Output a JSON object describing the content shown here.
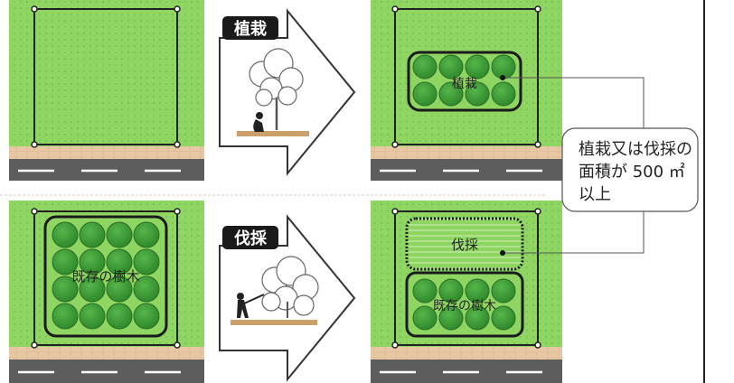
{
  "labels": {
    "planting_tag": "植栽",
    "felling_tag": "伐採",
    "planted_area": "植栽",
    "felled_area": "伐採",
    "existing_trees_left": "既存の樹木",
    "existing_trees_right": "既存の樹木"
  },
  "callout": {
    "line1": "植栽又は伐採の",
    "line2": "面積が 500 ㎡",
    "line3": "以上"
  },
  "colors": {
    "lawn": "#8fd562",
    "lawn_dot": "#6ab24a",
    "tree": "#3f9e38",
    "tree_dark": "#2a6e26",
    "sidewalk": "#e8c7a4",
    "road": "#5d5d5d",
    "tag_bg": "#1a1a1a",
    "tag_text": "#ffffff"
  },
  "icons": {
    "planting": "person-planting-tree-icon",
    "felling": "person-cutting-tree-icon",
    "arrow": "right-arrow-icon"
  }
}
